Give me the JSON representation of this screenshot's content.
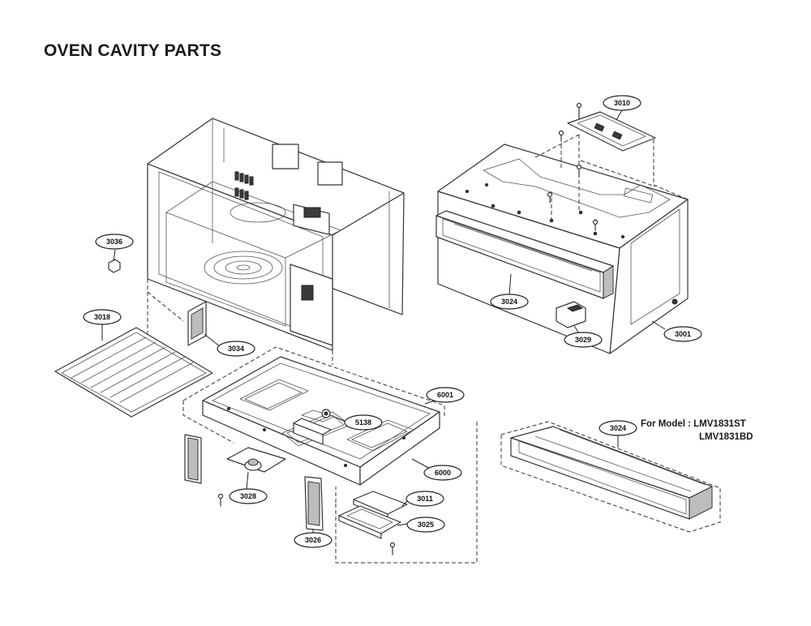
{
  "title": "OVEN CAVITY PARTS",
  "model_note": {
    "line1": "For Model : LMV1831ST",
    "line2": "LMV1831BD"
  },
  "callouts": {
    "c3010": "3010",
    "c3036": "3036",
    "c3024_top": "3024",
    "c3029": "3029",
    "c3001": "3001",
    "c3018": "3018",
    "c3034": "3034",
    "c6001": "6001",
    "c5138": "5138",
    "c6000": "6000",
    "c3024_bottom": "3024",
    "c3028": "3028",
    "c3011": "3011",
    "c3025": "3025",
    "c3026": "3026"
  }
}
